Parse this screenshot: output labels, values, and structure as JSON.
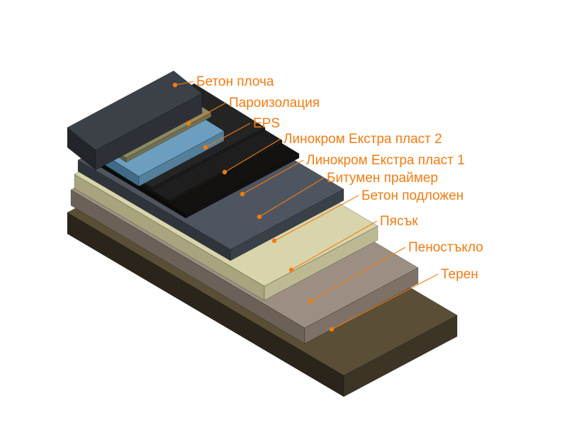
{
  "accent_color": "#f07c12",
  "layers": [
    {
      "key": "terrain",
      "color_top": "#5a4e36",
      "color_front": "#2a241a",
      "color_side": "#3c3425"
    },
    {
      "key": "foam-glass",
      "color_top": "#9c8e82",
      "color_front": "#6b6158",
      "color_side": "#7e7268"
    },
    {
      "key": "sand",
      "color_top": "#d8d5ac",
      "color_front": "#a8a57e",
      "color_side": "#bdb992"
    },
    {
      "key": "concrete-base",
      "color_top": "#4e5560",
      "color_front": "#2f343b",
      "color_side": "#3a4048"
    },
    {
      "key": "bitumen-primer",
      "color_top": "#141210",
      "color_front": "#0c0b0a",
      "color_side": "#111"
    },
    {
      "key": "linocrom-1",
      "color_top": "#1e1e1e",
      "color_front": "#121212",
      "color_side": "#181818"
    },
    {
      "key": "linocrom-2",
      "color_top": "#242424",
      "color_front": "#151515",
      "color_side": "#1b1b1b"
    },
    {
      "key": "eps",
      "color_top": "#6c9fbf",
      "color_front": "#3f6b86",
      "color_side": "#537f9b"
    },
    {
      "key": "vapor-barrier",
      "color_top": "#8b8865",
      "color_front": "#5d5b43",
      "color_side": "#726f52"
    },
    {
      "key": "concrete-slab",
      "color_top": "#3c4148",
      "color_front": "#22262b",
      "color_side": "#2d3137"
    }
  ],
  "labels": [
    {
      "key": "concrete-slab",
      "text": "Бетон плоча"
    },
    {
      "key": "vapor-barrier",
      "text": "Пароизолация"
    },
    {
      "key": "eps",
      "text": "EPS"
    },
    {
      "key": "linocrom-2",
      "text": "Линокром Екстра пласт 2"
    },
    {
      "key": "linocrom-1",
      "text": "Линокром Екстра пласт 1"
    },
    {
      "key": "bitumen-primer",
      "text": "Битумен праймер"
    },
    {
      "key": "concrete-base",
      "text": "Бетон подложен"
    },
    {
      "key": "sand",
      "text": "Пясък"
    },
    {
      "key": "foam-glass",
      "text": "Пеностъкло"
    },
    {
      "key": "terrain",
      "text": "Терен"
    }
  ]
}
